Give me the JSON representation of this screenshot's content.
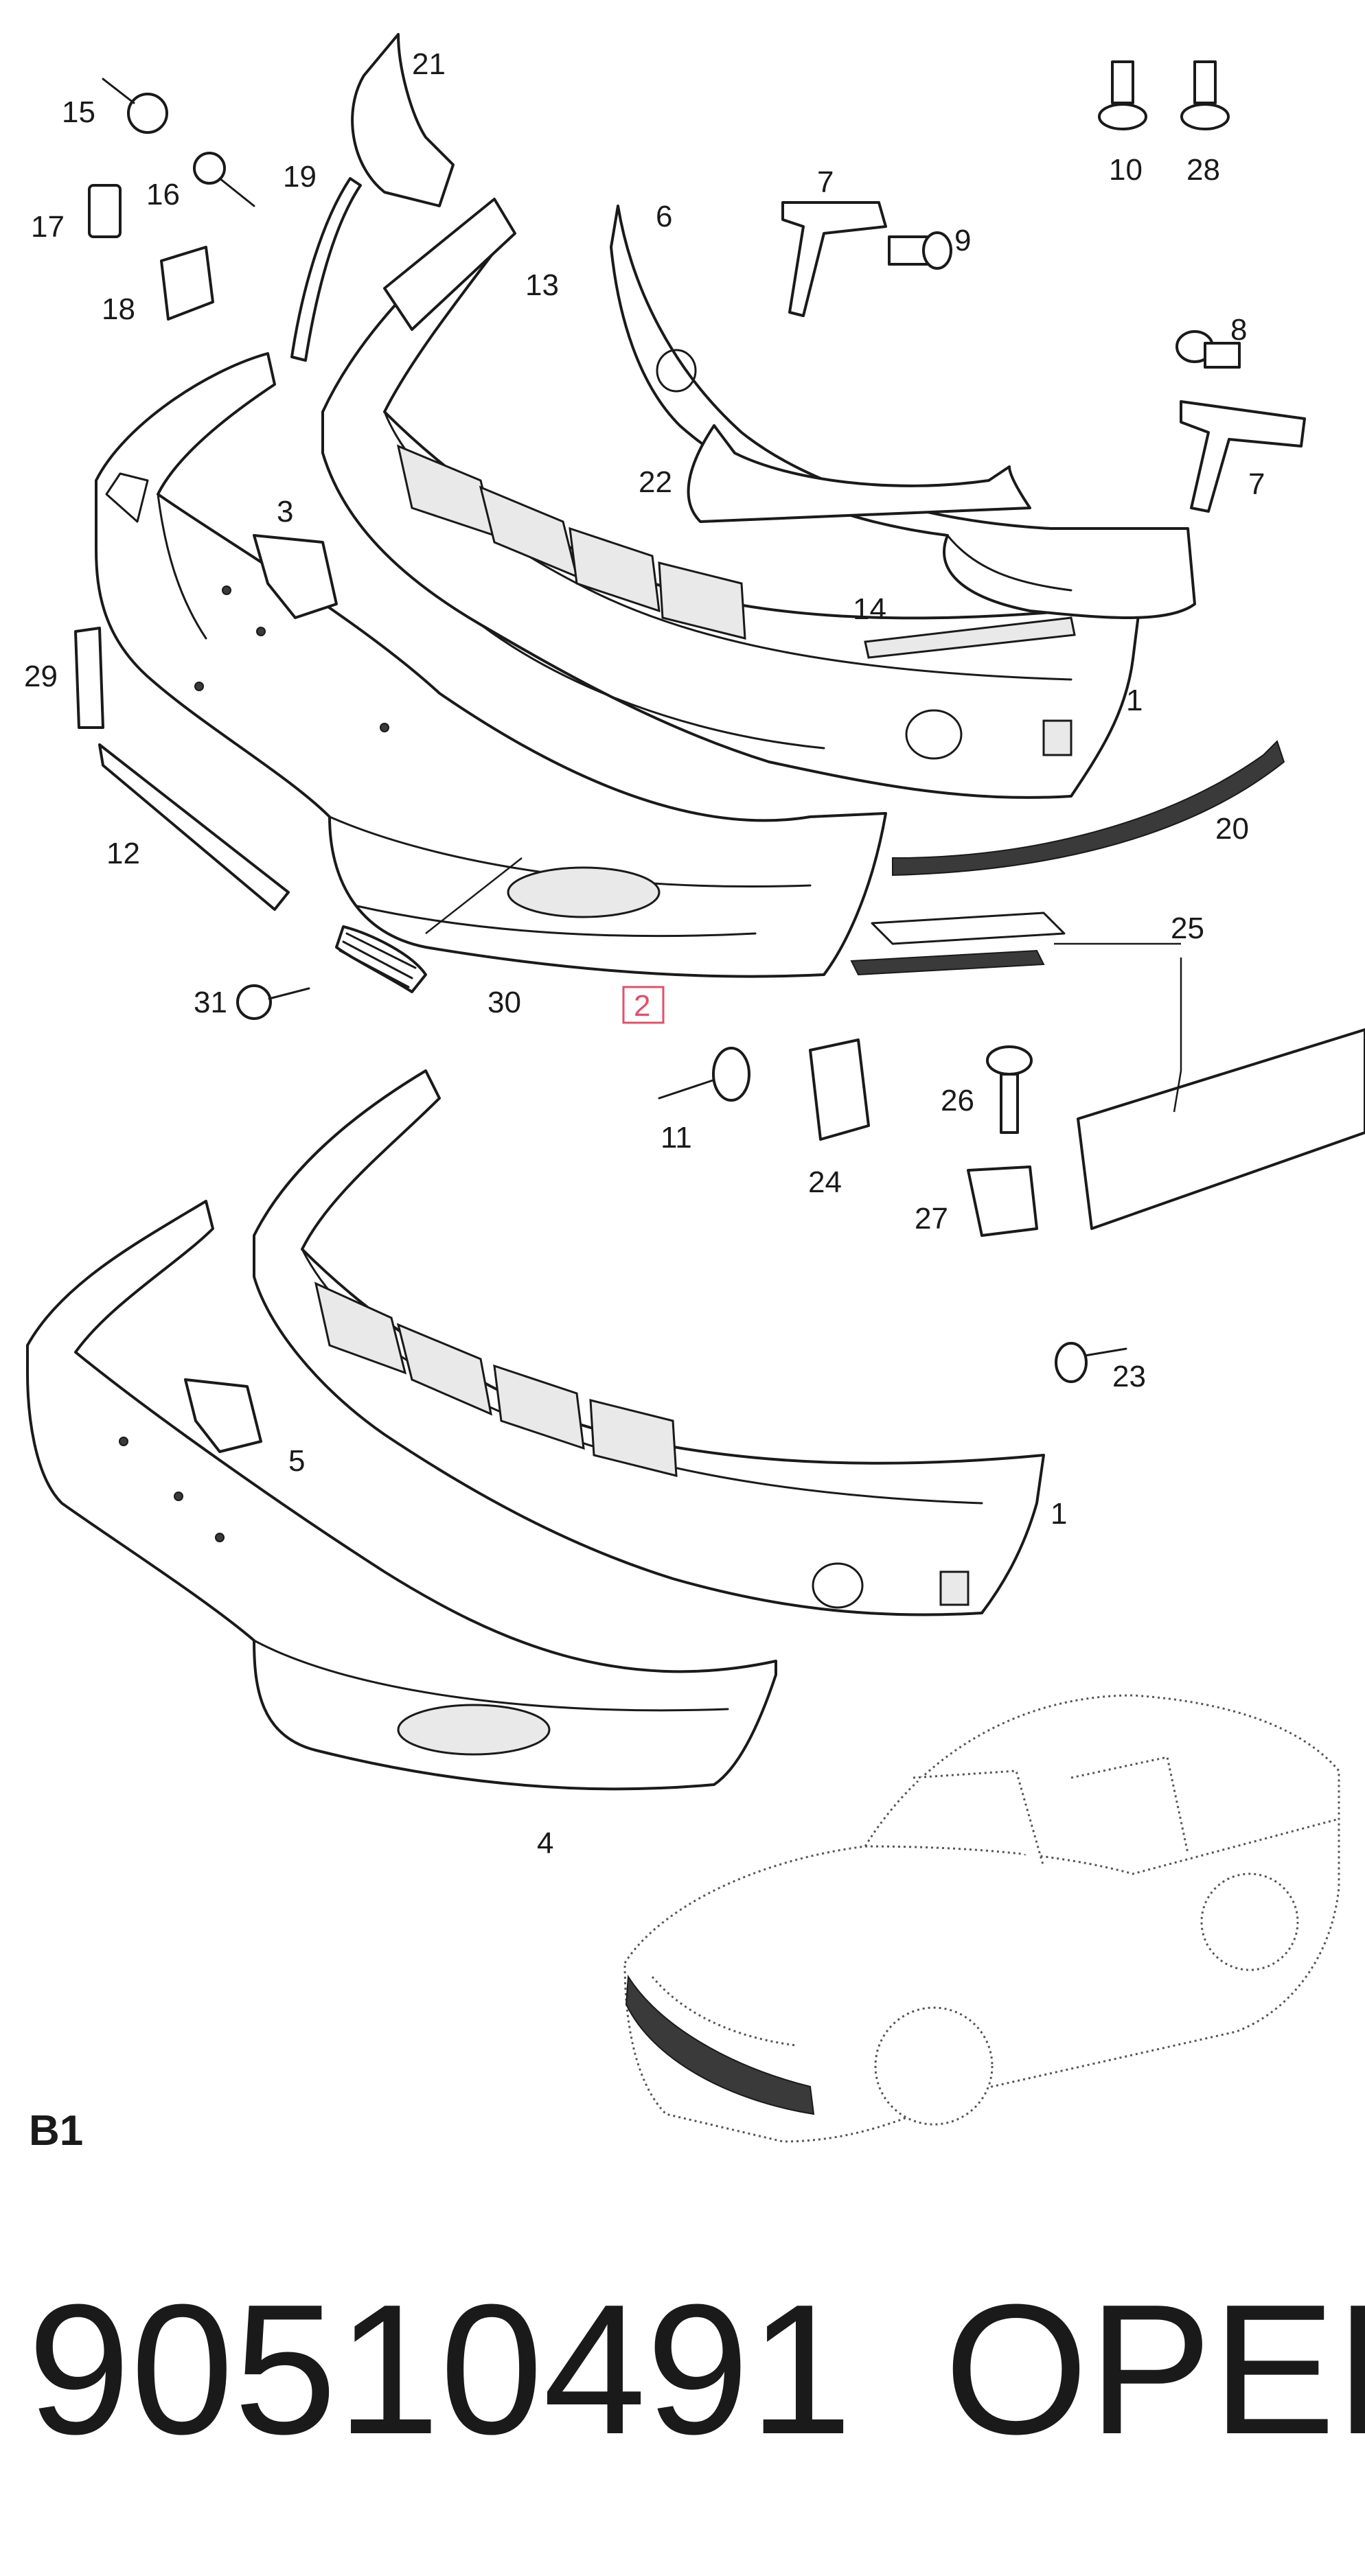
{
  "callouts": {
    "c1a": "1",
    "c1b": "1",
    "c2": "2",
    "c3": "3",
    "c4": "4",
    "c5": "5",
    "c6": "6",
    "c7a": "7",
    "c7b": "7",
    "c8": "8",
    "c9": "9",
    "c10": "10",
    "c11": "11",
    "c12": "12",
    "c13": "13",
    "c14": "14",
    "c15": "15",
    "c16": "16",
    "c17": "17",
    "c18": "18",
    "c19": "19",
    "c20": "20",
    "c21": "21",
    "c22": "22",
    "c23": "23",
    "c24": "24",
    "c25": "25",
    "c26": "26",
    "c27": "27",
    "c28": "28",
    "c29": "29",
    "c30": "30",
    "c31": "31"
  },
  "section_label": "B1",
  "part_number": "90510491",
  "brand": "OPEL",
  "colors": {
    "line": "#1a1a1a",
    "highlight_box": "#e0506a",
    "background": "#ffffff"
  }
}
